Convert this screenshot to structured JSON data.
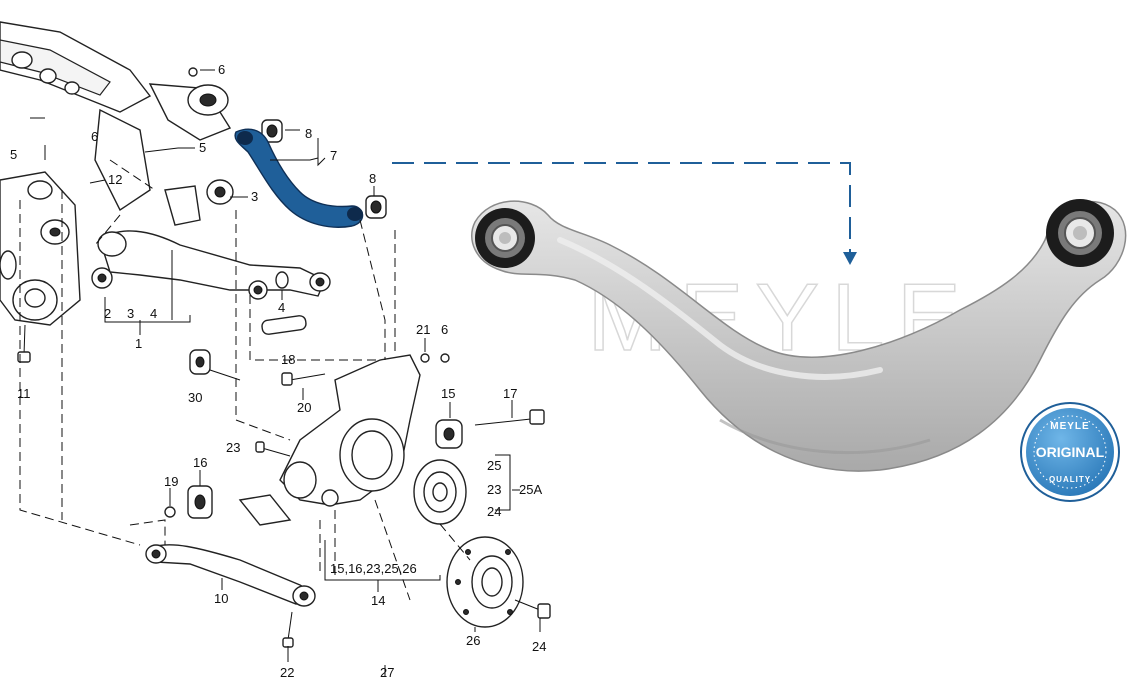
{
  "callouts": [
    {
      "text": "6"
    },
    {
      "text": "8"
    },
    {
      "text": "7"
    },
    {
      "text": "8"
    },
    {
      "text": "5"
    },
    {
      "text": "6"
    },
    {
      "text": "5"
    },
    {
      "text": "12"
    },
    {
      "text": "3"
    },
    {
      "text": "1"
    },
    {
      "text": "2"
    },
    {
      "text": "3"
    },
    {
      "text": "4"
    },
    {
      "text": "4"
    },
    {
      "text": "18"
    },
    {
      "text": "11"
    },
    {
      "text": "21"
    },
    {
      "text": "6"
    },
    {
      "text": "30"
    },
    {
      "text": "20"
    },
    {
      "text": "15"
    },
    {
      "text": "17"
    },
    {
      "text": "23"
    },
    {
      "text": "25"
    },
    {
      "text": "23"
    },
    {
      "text": "25A"
    },
    {
      "text": "24"
    },
    {
      "text": "19"
    },
    {
      "text": "16"
    },
    {
      "text": "15,16,23,25,26"
    },
    {
      "text": "14"
    },
    {
      "text": "10"
    },
    {
      "text": "26"
    },
    {
      "text": "24"
    },
    {
      "text": "22"
    },
    {
      "text": "27"
    }
  ],
  "product": {
    "watermark": "MEYLE",
    "badge_brand": "MEYLE",
    "badge_main": "ORIGINAL",
    "badge_sub": "QUALITY"
  },
  "colors": {
    "highlight": "#1f5f99",
    "arrow": "#1f5f99",
    "badge": "#2f86c8",
    "product_metal": "#c9c9c9"
  }
}
